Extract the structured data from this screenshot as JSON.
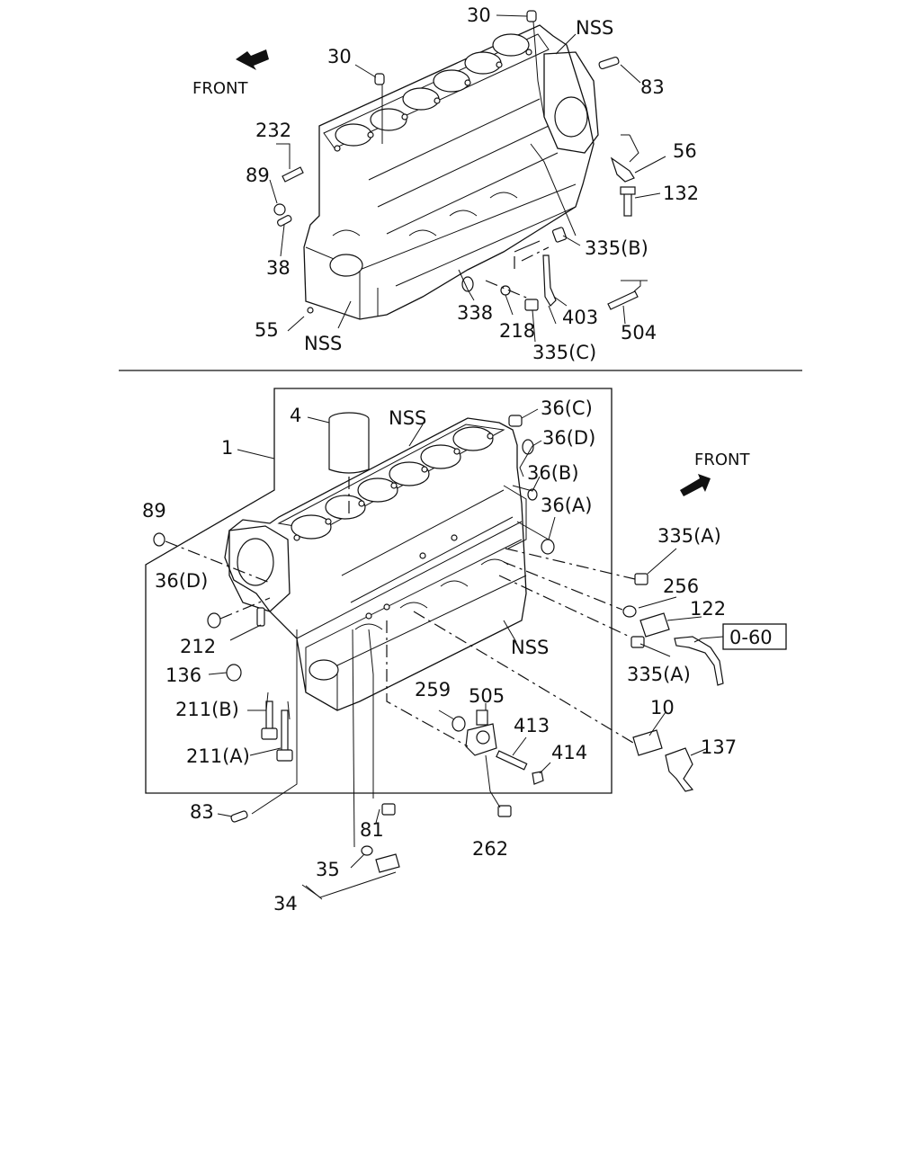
{
  "diagram": {
    "upper": {
      "front_label": "FRONT",
      "callouts": [
        "30",
        "30",
        "NSS",
        "83",
        "232",
        "89",
        "56",
        "132",
        "38",
        "335(B)",
        "55",
        "338",
        "218",
        "403",
        "504",
        "NSS",
        "335(C)"
      ]
    },
    "lower": {
      "front_label": "FRONT",
      "reference_box": "0-60",
      "callouts": [
        "4",
        "NSS",
        "36(C)",
        "36(D)",
        "1",
        "36(B)",
        "36(A)",
        "89",
        "335(A)",
        "36(D)",
        "256",
        "122",
        "212",
        "NSS",
        "136",
        "335(A)",
        "211(B)",
        "259",
        "505",
        "10",
        "413",
        "137",
        "414",
        "211(A)",
        "83",
        "81",
        "262",
        "35",
        "34"
      ]
    }
  }
}
